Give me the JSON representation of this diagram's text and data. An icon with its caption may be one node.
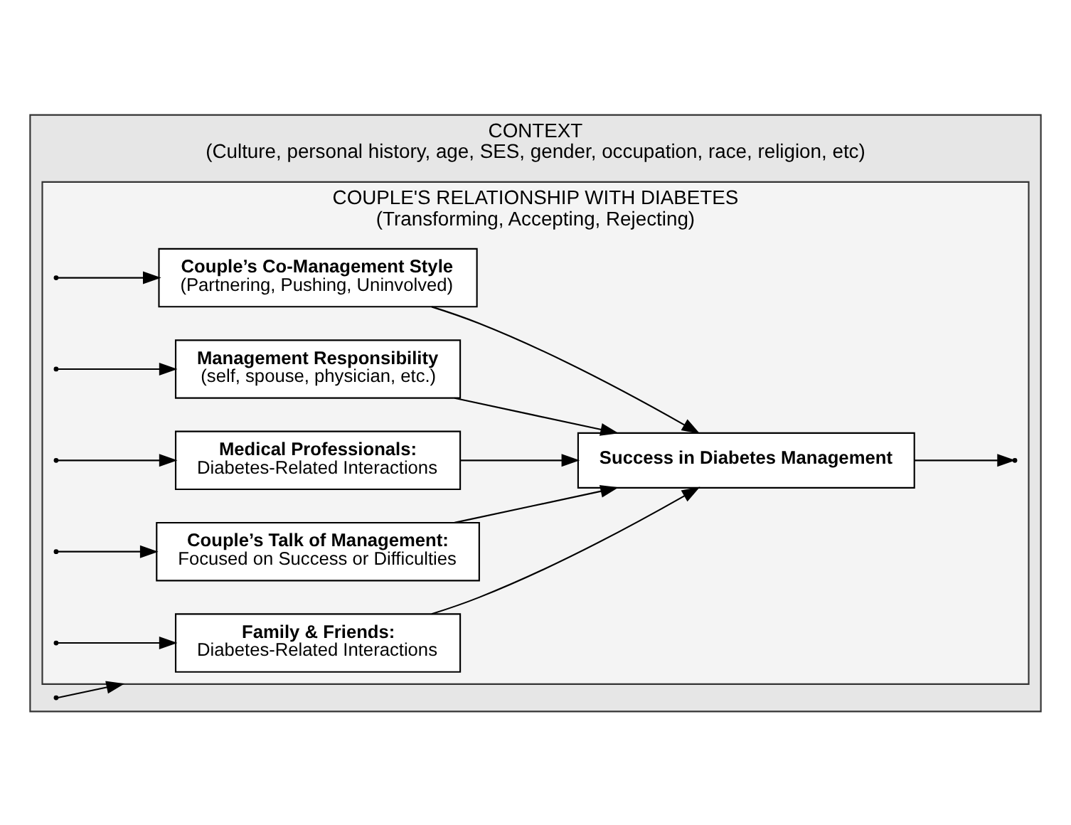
{
  "diagram": {
    "nodes": [
      {
        "text": [
          "CONTEXT",
          "(Culture, personal history, age, SES, gender, occupation, race, religion, etc)"
        ]
      },
      {
        "text": [
          "COUPLE'S RELATIONSHIP WITH DIABETES",
          "(Transforming, Accepting, Rejecting)"
        ],
        "in": 0
      },
      {
        "text": [
          "Couple’s Co-Management Style",
          "(Partnering, Pushing, Uninvolved)"
        ],
        "in": 1
      },
      {
        "text": [
          "Management Responsibility",
          "(self, spouse, physician, etc.)"
        ],
        "in": 1
      },
      {
        "text": [
          "Medical Professionals:",
          "Diabetes-Related Interactions"
        ],
        "in": 1
      },
      {
        "text": [
          "Family & Friends:",
          "Diabetes-Related Interactions"
        ],
        "in": 1
      },
      {
        "text": [
          "Couple’s Talk of Management:",
          "Focused on Success or Difficulties"
        ],
        "in": 1
      },
      {
        "text": [
          "Success in Diabetes Management"
        ],
        "in": 1
      }
    ],
    "edges": [
      {
        "from": null,
        "to": 1,
        "arrow": "to"
      },
      {
        "from": null,
        "to": 2,
        "arrow": "to"
      },
      {
        "from": null,
        "to": 3,
        "arrow": "to"
      },
      {
        "from": null,
        "to": 4,
        "arrow": "to"
      },
      {
        "from": null,
        "to": 5,
        "arrow": "to"
      },
      {
        "from": null,
        "to": 6,
        "arrow": "to"
      },
      {
        "from": 2,
        "to": 7,
        "arrow": "to"
      },
      {
        "from": 3,
        "to": 7,
        "arrow": "to"
      },
      {
        "from": 4,
        "to": 7,
        "arrow": "to"
      },
      {
        "from": 5,
        "to": 7,
        "arrow": "to"
      },
      {
        "from": 6,
        "to": 7,
        "arrow": "to"
      },
      {
        "from": 7,
        "to": null,
        "arrow": "to"
      }
    ]
  }
}
